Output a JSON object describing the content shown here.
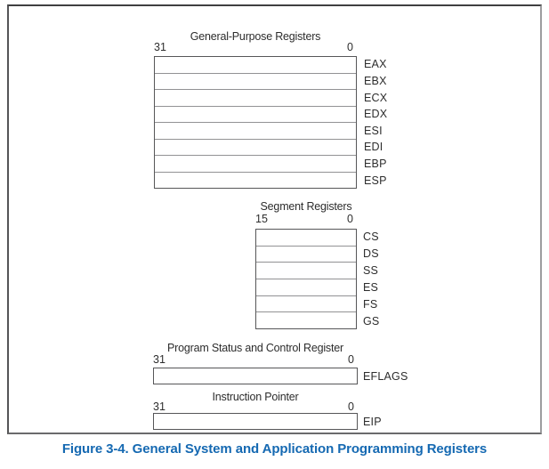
{
  "figure": {
    "caption": "Figure 3-4.  General System and Application Programming Registers",
    "caption_color": "#1569b2"
  },
  "register_groups": [
    {
      "id": "general-purpose",
      "title": "General-Purpose Registers",
      "bit_high": "31",
      "bit_low": "0",
      "registers": [
        "EAX",
        "EBX",
        "ECX",
        "EDX",
        "ESI",
        "EDI",
        "EBP",
        "ESP"
      ]
    },
    {
      "id": "segment",
      "title": "Segment Registers",
      "bit_high": "15",
      "bit_low": "0",
      "registers": [
        "CS",
        "DS",
        "SS",
        "ES",
        "FS",
        "GS"
      ]
    },
    {
      "id": "program-status",
      "title": "Program Status and Control Register",
      "bit_high": "31",
      "bit_low": "0",
      "registers": [
        "EFLAGS"
      ]
    },
    {
      "id": "instruction-pointer",
      "title": "Instruction Pointer",
      "bit_high": "31",
      "bit_low": "0",
      "registers": [
        "EIP"
      ]
    }
  ]
}
